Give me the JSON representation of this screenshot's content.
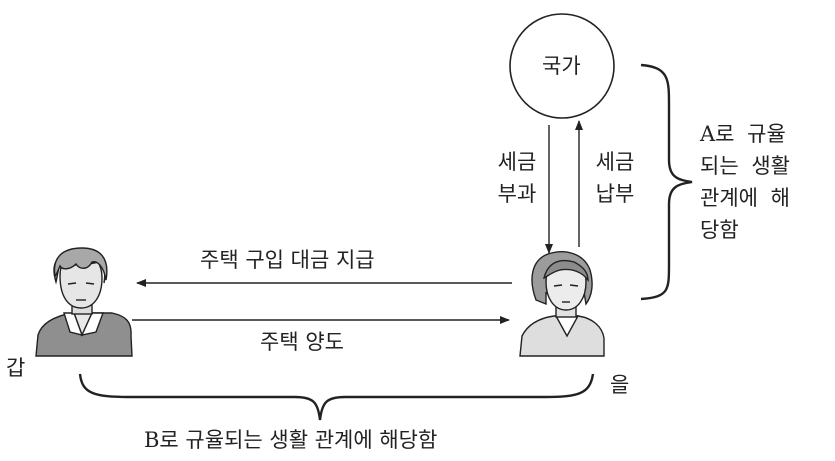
{
  "nodes": {
    "state": "국가",
    "person_gap": "갑",
    "person_eul": "을"
  },
  "arrows": {
    "tax_levy": "세금\n부과",
    "tax_payment": "세금\n납부",
    "house_payment": "주택 구입 대금 지급",
    "house_transfer": "주택 양도"
  },
  "braces": {
    "a_label": "A로 규율\n되는 생활\n관계에 해\n당함",
    "b_label": "B로 규율되는 생활 관계에 해당함"
  }
}
